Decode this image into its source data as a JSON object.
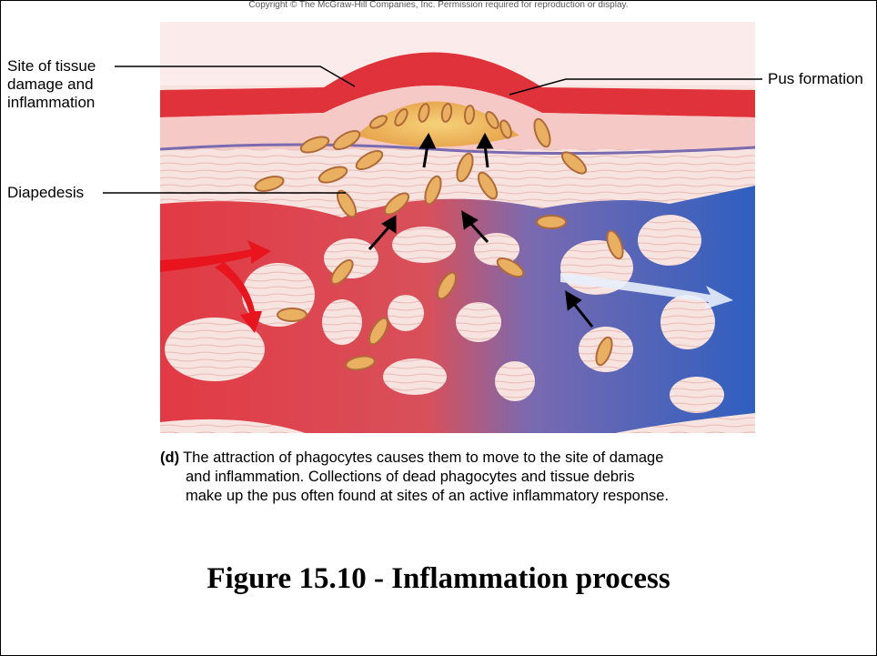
{
  "header": {
    "copyright": "Copyright © The McGraw-Hill Companies, Inc. Permission required for reproduction or display."
  },
  "labels": {
    "site": [
      "Site of tissue",
      "damage and",
      "inflammation"
    ],
    "pus": "Pus formation",
    "diapedesis": "Diapedesis"
  },
  "caption": {
    "tag": "(d)",
    "lines": [
      "The attraction of phagocytes causes them to move to the site of damage",
      "and inflammation. Collections of dead phagocytes  and tissue debris",
      "make up the pus often found at sites of an active inflammatory response."
    ]
  },
  "figure_title": "Figure 15.10 - Inflammation process",
  "colors": {
    "skin_top": "#e0323a",
    "dermis": "#f4d6d2",
    "artery": "#e0404a",
    "vein": "#2f5fc0",
    "phagocyte": "#e8b060",
    "pus": "#f0c060"
  }
}
